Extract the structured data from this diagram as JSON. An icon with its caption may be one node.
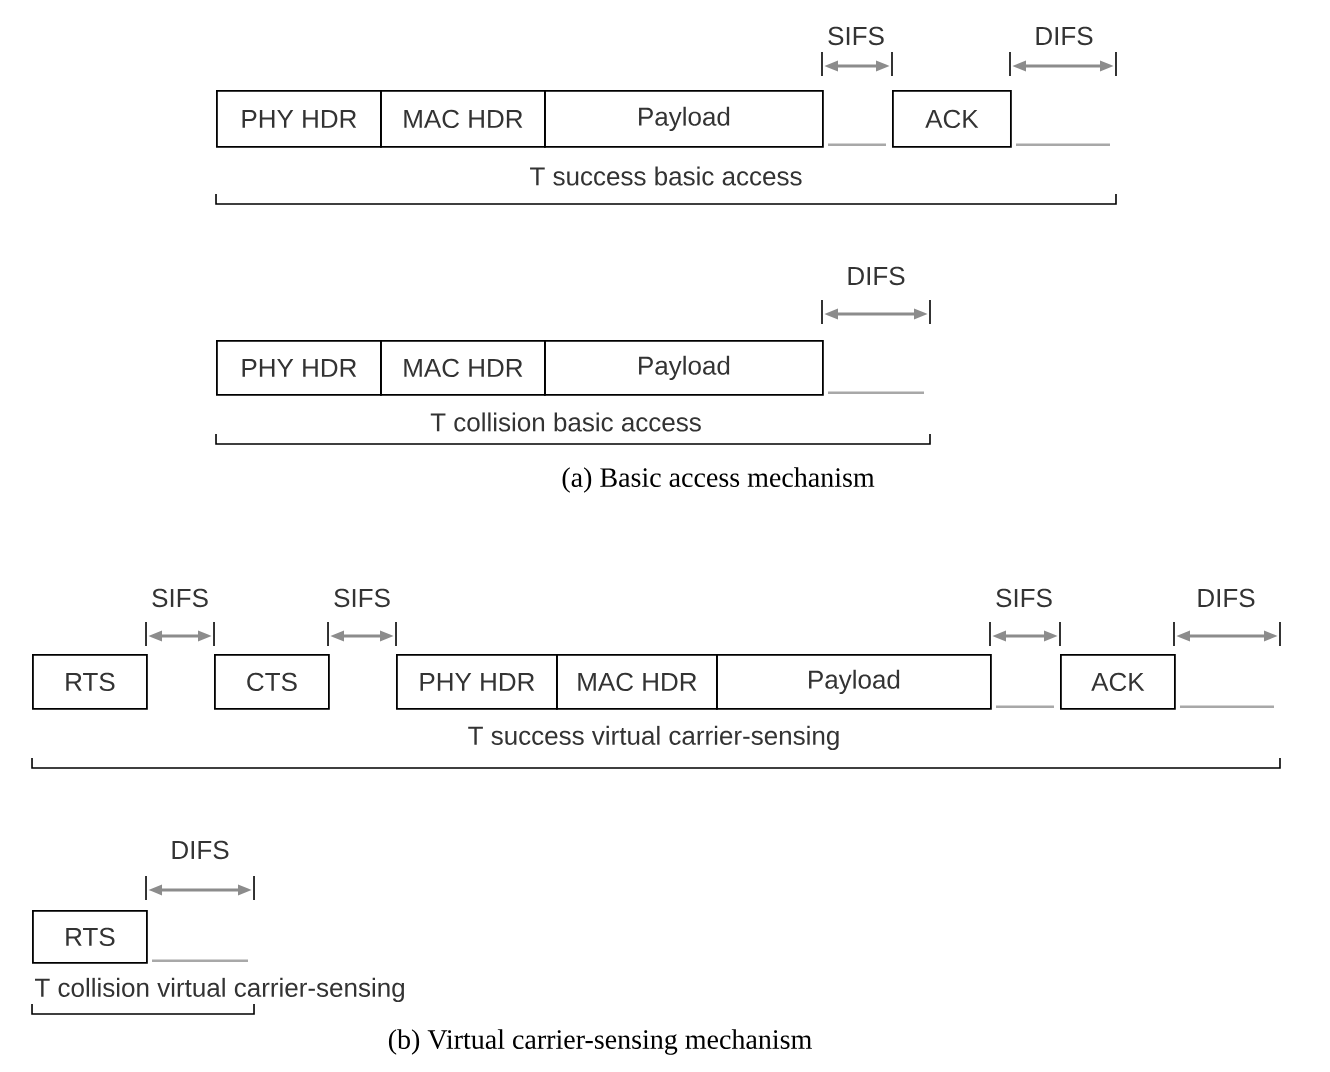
{
  "diagram": {
    "nodes": [
      {
        "text": [
          "PHY HDR"
        ]
      },
      {
        "text": [
          "MAC HDR"
        ]
      },
      {
        "text": [
          "Payload"
        ]
      },
      {
        "text": [
          "ACK"
        ]
      },
      {
        "text": [
          "PHY HDR"
        ]
      },
      {
        "text": [
          "MAC HDR"
        ]
      },
      {
        "text": [
          "Payload"
        ]
      },
      {
        "text": [
          "RTS"
        ]
      },
      {
        "text": [
          "CTS"
        ]
      },
      {
        "text": [
          "PHY HDR"
        ]
      },
      {
        "text": [
          "MAC HDR"
        ]
      },
      {
        "text": [
          "Payload"
        ]
      },
      {
        "text": [
          "ACK"
        ]
      },
      {
        "text": [
          "RTS"
        ]
      }
    ],
    "labels": [
      "SIFS",
      "DIFS",
      "T success basic access",
      "DIFS",
      "T collision basic access",
      "(a) Basic access mechanism",
      "SIFS",
      "SIFS",
      "SIFS",
      "DIFS",
      "T success virtual carrier-sensing",
      "DIFS",
      "T collision virtual carrier-sensing",
      "(b) Virtual carrier-sensing mechanism"
    ]
  }
}
